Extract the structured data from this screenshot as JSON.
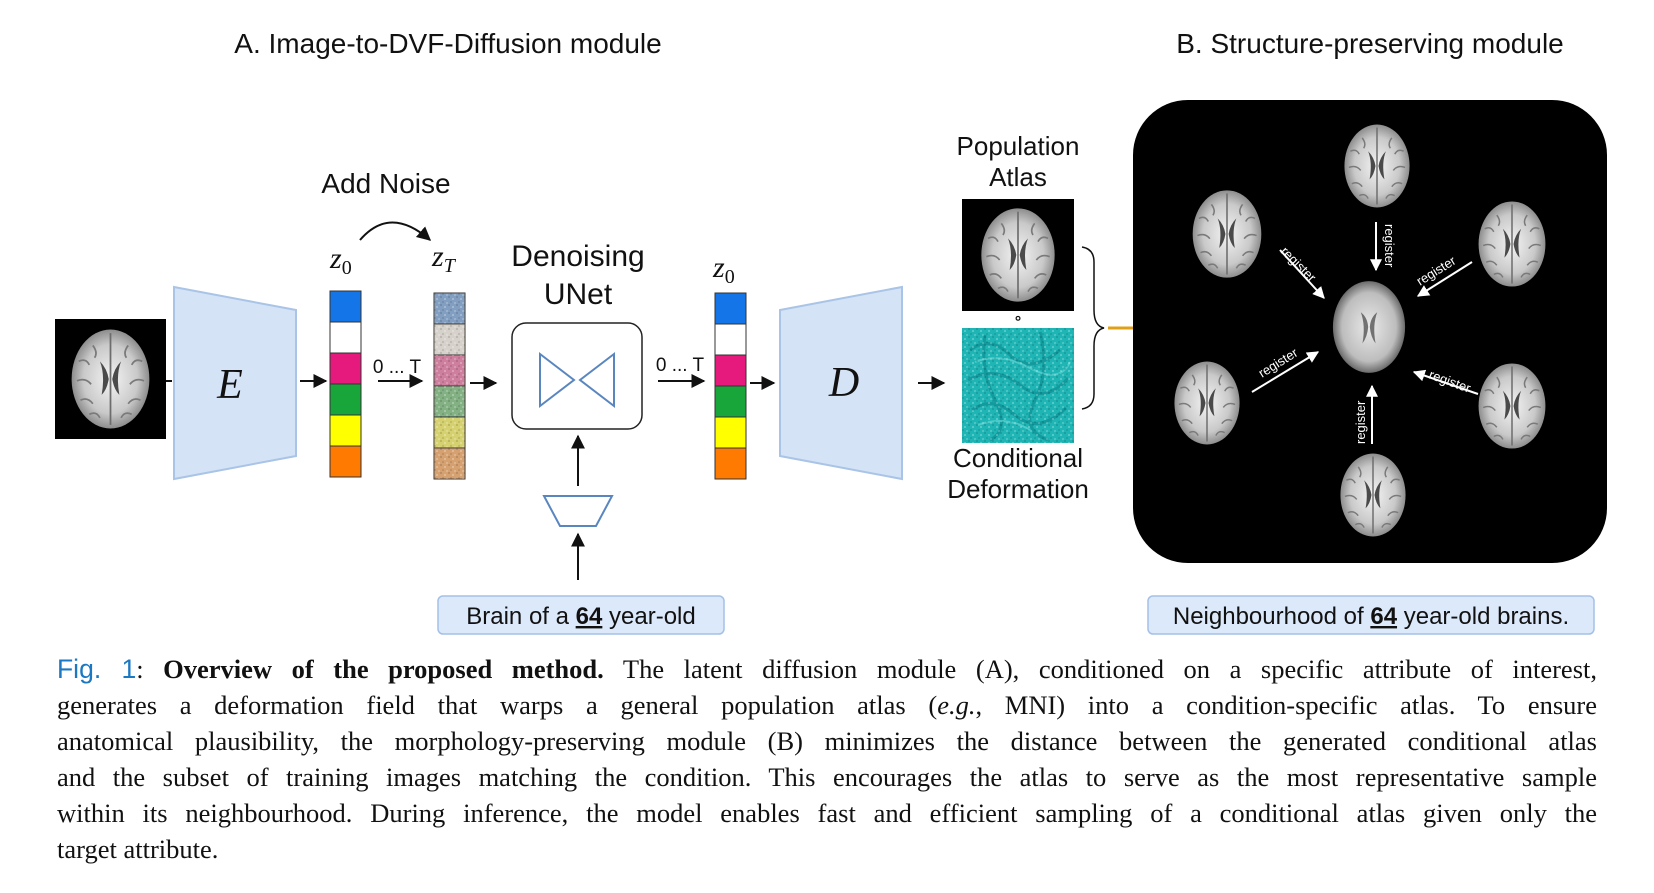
{
  "panel_a": {
    "title": "A. Image-to-DVF-Diffusion module",
    "add_noise": "Add Noise",
    "z0_left": "z",
    "z0_left_sub": "0",
    "zT": "z",
    "zT_sub": "T",
    "z0_right": "z",
    "z0_right_sub": "0",
    "steps_left": "0 ... T",
    "steps_right": "0 ... T",
    "denoise_line1": "Denoising",
    "denoise_line2": "UNet",
    "encoder_label": "E",
    "decoder_label": "D",
    "condition_prefix": "Brain of a ",
    "condition_value": "64",
    "condition_suffix": " year-old",
    "latent_colors": [
      "#1475e8",
      "#ffffff",
      "#e6197d",
      "#18a63a",
      "#ffff00",
      "#ff7a00"
    ]
  },
  "atlas": {
    "label_line1": "Population",
    "label_line2": "Atlas",
    "compose_symbol": "∘",
    "deform_line1": "Conditional",
    "deform_line2": "Deformation"
  },
  "panel_b": {
    "title": "B. Structure-preserving module",
    "register": "register",
    "neighbourhood_prefix": "Neighbourhood of ",
    "neighbourhood_value": "64",
    "neighbourhood_suffix": " year-old brains."
  },
  "caption": {
    "fig_label": "Fig. 1",
    "colon": ":",
    "bold_title": "Overview of the proposed method.",
    "line1_rest": " The latent diffusion module (A), conditioned on a specific attribute of interest,",
    "line2_a": "generates a deformation field that warps a general population atlas (",
    "line2_eg": "e.g.",
    "line2_b": ", MNI) into a condition-specific atlas. To ensure",
    "line3": "anatomical plausibility, the morphology-preserving module (B) minimizes the distance between the generated conditional atlas",
    "line4": "and the subset of training images matching the condition. This encourages the atlas to serve as the most representative sample",
    "line5": "within its neighbourhood. During inference, the model enables fast and efficient sampling of a conditional atlas given only the",
    "line6": "target attribute."
  },
  "colors": {
    "encoder_fill": "#d4e3f6",
    "condition_box": "#dce9fa",
    "arrow_orange": "#e0a015",
    "deformation_teal": "#1fb5b5",
    "panel_b_bg": "#000000"
  }
}
